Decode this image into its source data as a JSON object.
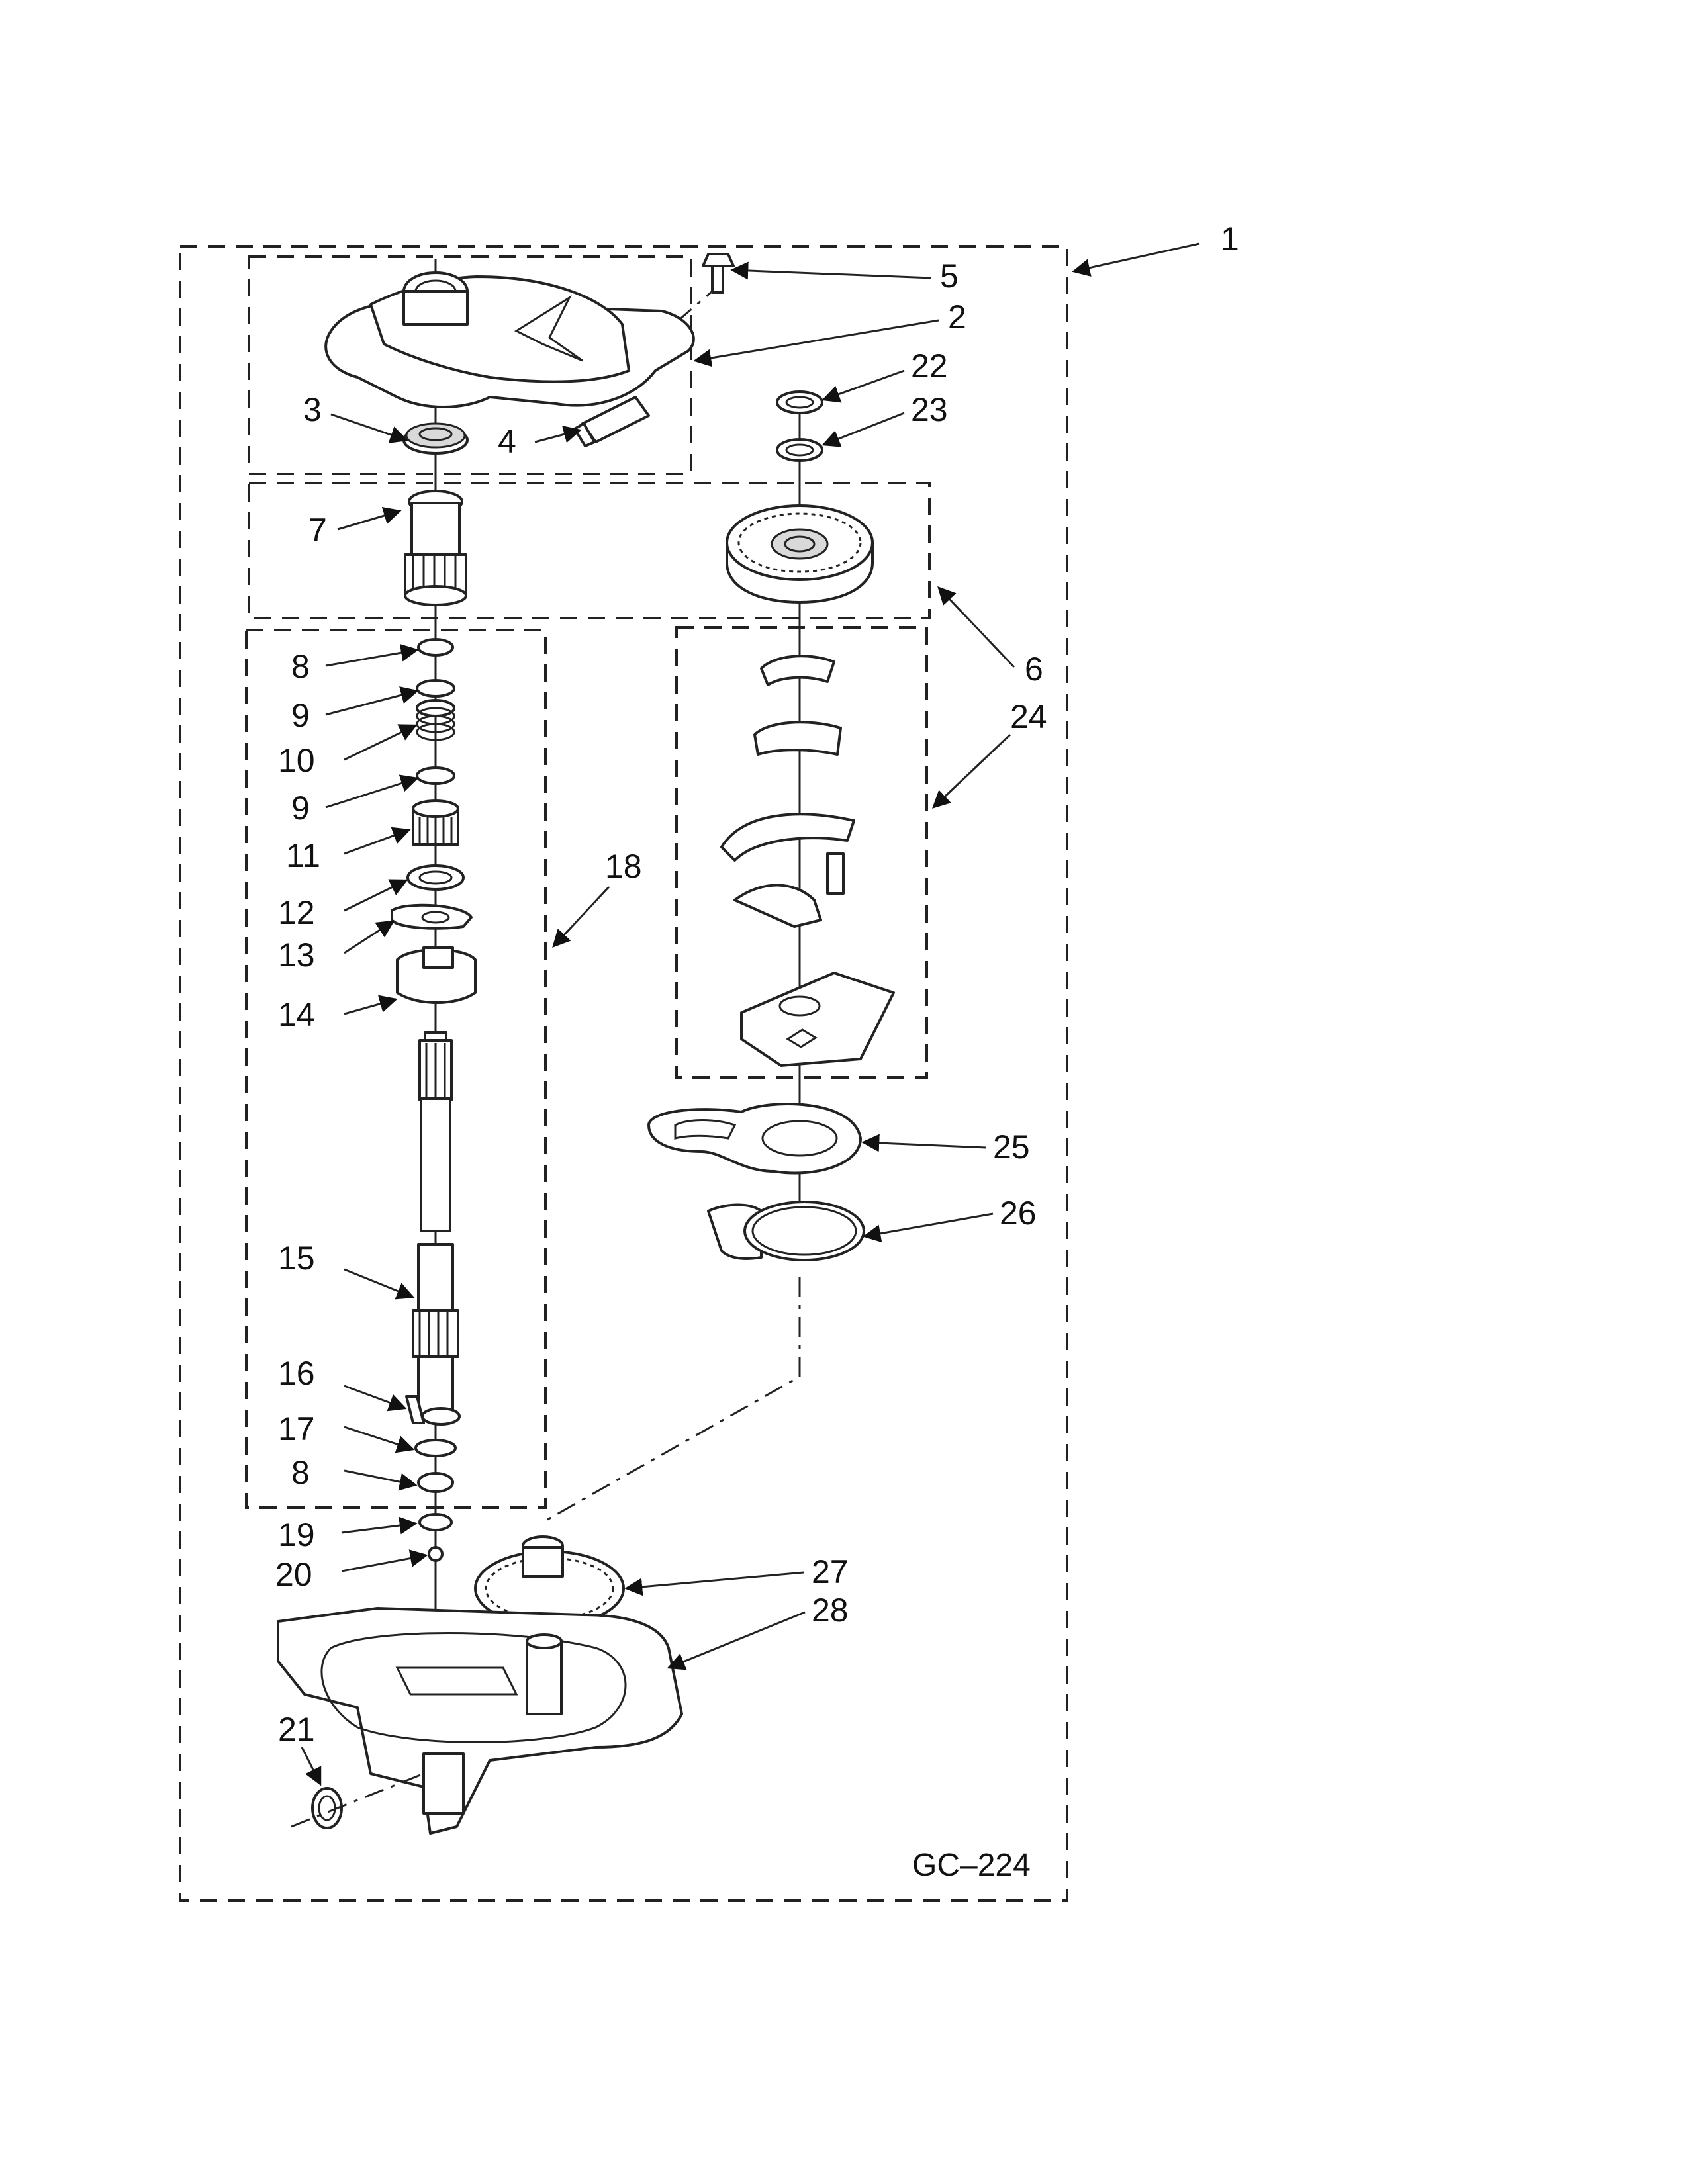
{
  "diagram": {
    "drawing_code": "GC–224",
    "callouts": [
      {
        "id": "1",
        "label": "1"
      },
      {
        "id": "2",
        "label": "2"
      },
      {
        "id": "3",
        "label": "3"
      },
      {
        "id": "4",
        "label": "4"
      },
      {
        "id": "5",
        "label": "5"
      },
      {
        "id": "6",
        "label": "6"
      },
      {
        "id": "7",
        "label": "7"
      },
      {
        "id": "8a",
        "label": "8"
      },
      {
        "id": "9a",
        "label": "9"
      },
      {
        "id": "10",
        "label": "10"
      },
      {
        "id": "9b",
        "label": "9"
      },
      {
        "id": "11",
        "label": "11"
      },
      {
        "id": "12",
        "label": "12"
      },
      {
        "id": "13",
        "label": "13"
      },
      {
        "id": "14",
        "label": "14"
      },
      {
        "id": "15",
        "label": "15"
      },
      {
        "id": "16",
        "label": "16"
      },
      {
        "id": "17",
        "label": "17"
      },
      {
        "id": "8b",
        "label": "8"
      },
      {
        "id": "18",
        "label": "18"
      },
      {
        "id": "19",
        "label": "19"
      },
      {
        "id": "20",
        "label": "20"
      },
      {
        "id": "21",
        "label": "21"
      },
      {
        "id": "22",
        "label": "22"
      },
      {
        "id": "23",
        "label": "23"
      },
      {
        "id": "24",
        "label": "24"
      },
      {
        "id": "25",
        "label": "25"
      },
      {
        "id": "26",
        "label": "26"
      },
      {
        "id": "27",
        "label": "27"
      },
      {
        "id": "28",
        "label": "28"
      }
    ]
  }
}
